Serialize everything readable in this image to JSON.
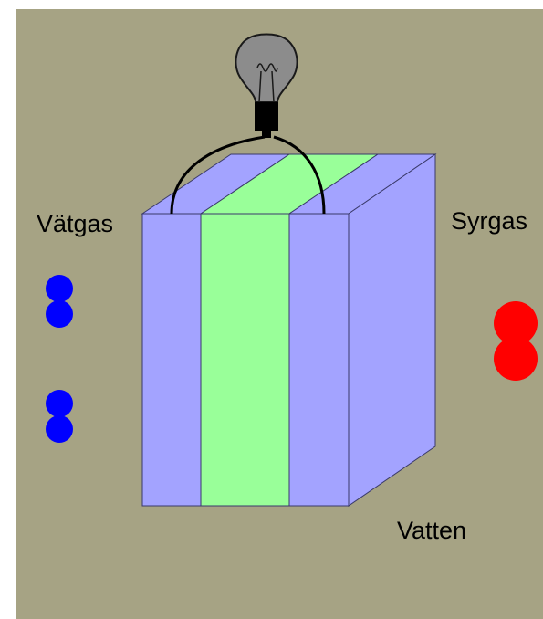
{
  "labels": {
    "hydrogen": "Vätgas",
    "oxygen": "Syrgas",
    "water": "Vatten"
  },
  "colors": {
    "background": "#a6a384",
    "electrode": "#a3a3ff",
    "electrolyte": "#99ff99",
    "wire": "#000000",
    "hydrogen_molecule": "#0000ff",
    "oxygen_molecule": "#ff0000",
    "bulb_glass": "#8c8c8c",
    "bulb_base": "#000000"
  },
  "molecules": {
    "hydrogen_count": 2,
    "oxygen_count": 1
  }
}
